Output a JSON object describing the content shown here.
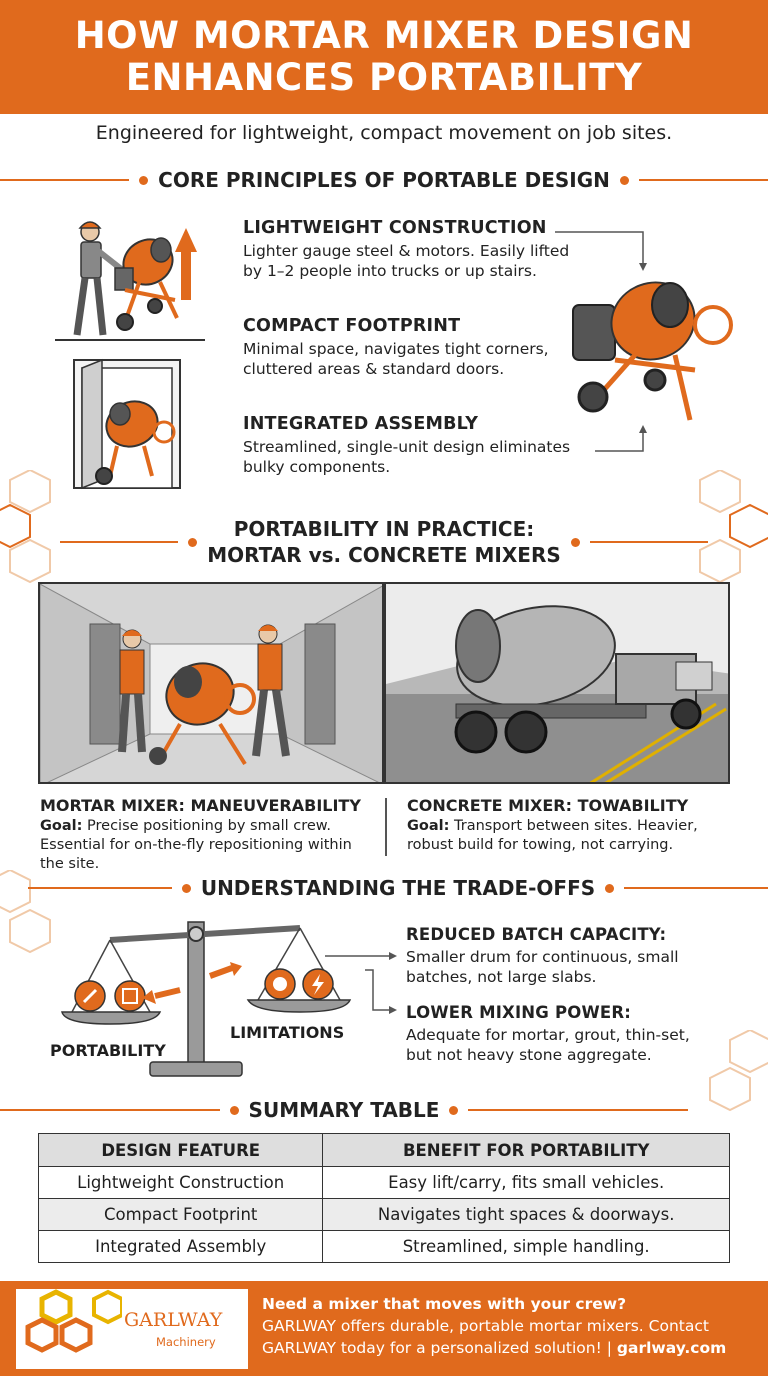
{
  "header": {
    "title_line1": "HOW MORTAR MIXER DESIGN",
    "title_line2": "ENHANCES PORTABILITY"
  },
  "subtitle": "Engineered for lightweight, compact movement on job sites.",
  "core": {
    "heading": "CORE PRINCIPLES OF PORTABLE DESIGN",
    "items": [
      {
        "title": "LIGHTWEIGHT CONSTRUCTION",
        "desc1": "Lighter gauge steel & motors. Easily lifted",
        "desc2": "by 1–2 people into trucks or up stairs."
      },
      {
        "title": "COMPACT FOOTPRINT",
        "desc1": "Minimal space, navigates tight corners,",
        "desc2": "cluttered areas & standard doors."
      },
      {
        "title": "INTEGRATED ASSEMBLY",
        "desc1": "Streamlined, single-unit design eliminates",
        "desc2": "bulky components."
      }
    ]
  },
  "practice": {
    "heading_line1": "PORTABILITY IN PRACTICE:",
    "heading_line2": "MORTAR vs. CONCRETE MIXERS",
    "mortar": {
      "title": "MORTAR MIXER: MANEUVERABILITY",
      "goal_label": "Goal:",
      "goal_text": " Precise positioning by small crew.",
      "desc1": "Essential for on-the-fly repositioning within",
      "desc2": "the site."
    },
    "concrete": {
      "title": "CONCRETE MIXER: TOWABILITY",
      "goal_label": "Goal:",
      "goal_text": " Transport between sites. Heavier,",
      "desc1": "robust build for towing, not carrying."
    }
  },
  "tradeoffs": {
    "heading": "UNDERSTANDING THE TRADE-OFFS",
    "left_label": "PORTABILITY",
    "right_label": "LIMITATIONS",
    "items": [
      {
        "title": "REDUCED BATCH CAPACITY:",
        "desc1": "Smaller drum for continuous, small",
        "desc2": "batches, not large slabs."
      },
      {
        "title": "LOWER MIXING POWER:",
        "desc1": "Adequate for mortar, grout, thin-set,",
        "desc2": "but not heavy stone aggregate."
      }
    ]
  },
  "summary": {
    "heading": "SUMMARY TABLE",
    "columns": [
      "DESIGN FEATURE",
      "BENEFIT FOR PORTABILITY"
    ],
    "rows": [
      [
        "Lightweight Construction",
        "Easy lift/carry, fits small vehicles."
      ],
      [
        "Compact Footprint",
        "Navigates tight spaces & doorways."
      ],
      [
        "Integrated Assembly",
        "Streamlined, simple handling."
      ]
    ]
  },
  "footer": {
    "logo_name": "GARLWAY",
    "logo_sub": "Machinery",
    "cta_title": "Need a mixer that moves with your crew?",
    "cta_line1": "GARLWAY offers durable, portable mortar mixers. Contact",
    "cta_line2": "GARLWAY today for a personalized solution! | ",
    "cta_url": "garlway.com"
  },
  "colors": {
    "accent": "#e06a1d",
    "dark": "#222222",
    "panel": "#d9d9d9"
  }
}
